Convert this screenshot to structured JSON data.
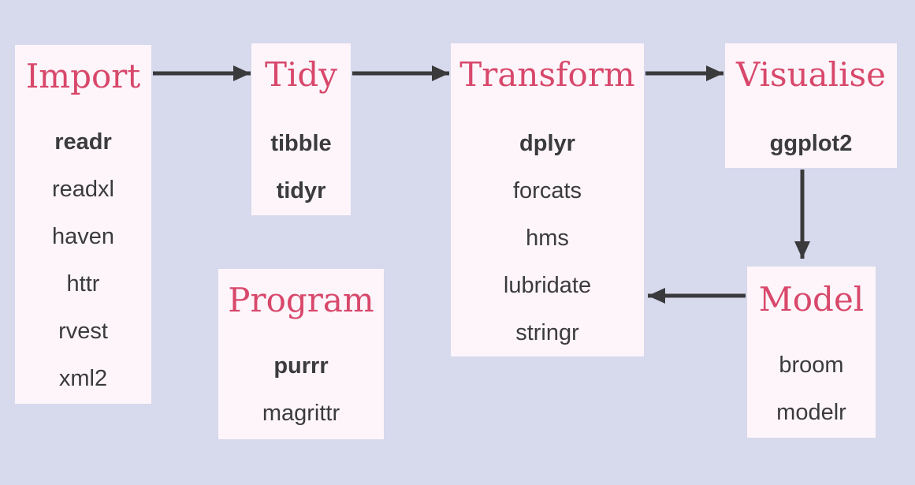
{
  "colors": {
    "background": "#d7d9ed",
    "box_background": "#fdf5fa",
    "title_accent": "#d8486b",
    "package_text": "#3b3b3d",
    "arrow": "#3a3a3c"
  },
  "nodes": {
    "import": {
      "title": "Import",
      "packages": [
        "readr",
        "readxl",
        "haven",
        "httr",
        "rvest",
        "xml2"
      ],
      "bold_packages": [
        "readr"
      ]
    },
    "tidy": {
      "title": "Tidy",
      "packages": [
        "tibble",
        "tidyr"
      ],
      "bold_packages": [
        "tibble",
        "tidyr"
      ]
    },
    "transform": {
      "title": "Transform",
      "packages": [
        "dplyr",
        "forcats",
        "hms",
        "lubridate",
        "stringr"
      ],
      "bold_packages": [
        "dplyr"
      ]
    },
    "visualise": {
      "title": "Visualise",
      "packages": [
        "ggplot2"
      ],
      "bold_packages": [
        "ggplot2"
      ]
    },
    "model": {
      "title": "Model",
      "packages": [
        "broom",
        "modelr"
      ],
      "bold_packages": []
    },
    "program": {
      "title": "Program",
      "packages": [
        "purrr",
        "magrittr"
      ],
      "bold_packages": [
        "purrr"
      ]
    }
  },
  "arrows": [
    {
      "id": "import-to-tidy",
      "from": "Import",
      "to": "Tidy",
      "direction": "right"
    },
    {
      "id": "tidy-to-transform",
      "from": "Tidy",
      "to": "Transform",
      "direction": "right"
    },
    {
      "id": "transform-to-visualise",
      "from": "Transform",
      "to": "Visualise",
      "direction": "right"
    },
    {
      "id": "visualise-to-model",
      "from": "Visualise",
      "to": "Model",
      "direction": "down"
    },
    {
      "id": "model-to-transform",
      "from": "Model",
      "to": "Transform",
      "direction": "left"
    }
  ]
}
